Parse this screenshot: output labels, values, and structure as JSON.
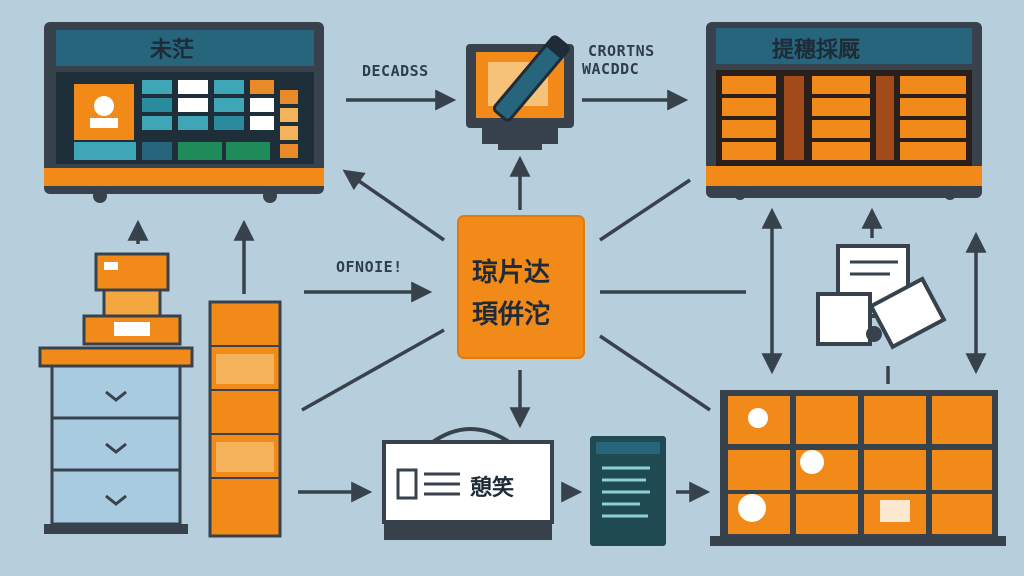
{
  "colors": {
    "background": "#b7cfdc",
    "teal": "#27657c",
    "orange": "#f28a1a",
    "dark": "#37424c",
    "light": "#ffffff"
  },
  "top_left_panel": {
    "title": "未茫"
  },
  "top_right_panel": {
    "title": "提穗採厩"
  },
  "center_box": {
    "line1": "琼片达",
    "line2": "頊倂沱"
  },
  "labels": {
    "decads": "DECADSS",
    "crortns": "CRORTNS",
    "wacddc": "WACDDC",
    "ofnoie": "OFNOIE!"
  },
  "bottom_screen": {
    "text": "憩笑"
  },
  "icons": [
    "cabinet-icon",
    "monitor-icon",
    "pen-icon",
    "document-icon",
    "stamp-icon",
    "clipboard-icon",
    "warehouse-icon"
  ]
}
